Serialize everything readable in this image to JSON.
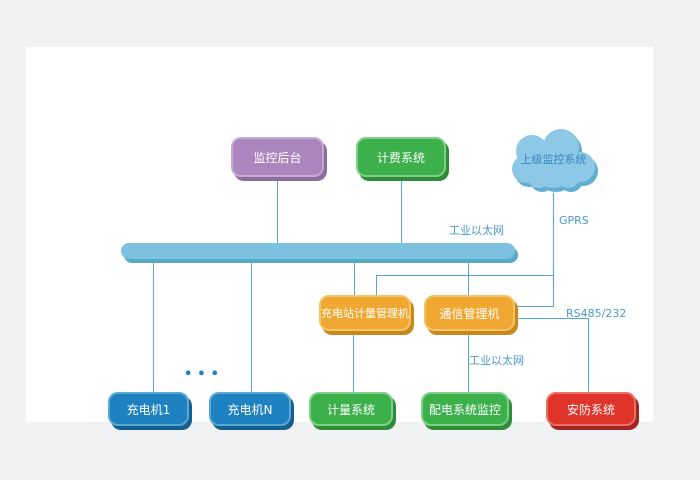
{
  "colors": {
    "page_bg": "#f1f2f4",
    "panel_bg": "#ffffff",
    "line": "#55a6d8",
    "edge_label_text": "#4a9ac8",
    "node_text": "#ffffff",
    "ellipsis_color": "#1f7fc0"
  },
  "nodes": {
    "monitoring_backend": {
      "label": "监控后台",
      "fill": "#ab86be",
      "border": "#c5a9d2",
      "shadow": "#8d6d9e"
    },
    "billing_system": {
      "label": "计费系统",
      "fill": "#3cb04a",
      "border": "#7fd087",
      "shadow": "#2e8c3a"
    },
    "upper_monitoring_system": {
      "label": "上级监控系统",
      "fill": "#8dc8e7",
      "shadow": "#62aed3",
      "text": "#3b87c2"
    },
    "industrial_ethernet_bus": {
      "label": "工业以太网",
      "fill": "#7cc1de",
      "shadow": "#58a9c9"
    },
    "charging_station_metering_manager": {
      "label": "充电站计量管理机",
      "fill": "#f0a832",
      "border": "#f6c468",
      "shadow": "#c9881c"
    },
    "communication_manager": {
      "label": "通信管理机",
      "fill": "#f0a832",
      "border": "#f6c468",
      "shadow": "#c9881c"
    },
    "charger_1": {
      "label": "充电机1",
      "fill": "#1f82c0",
      "border": "#5aa8d6",
      "shadow": "#155f90"
    },
    "charger_n": {
      "label": "充电机N",
      "fill": "#1f82c0",
      "border": "#5aa8d6",
      "shadow": "#155f90"
    },
    "metering_system": {
      "label": "计量系统",
      "fill": "#3cb04a",
      "border": "#7fd087",
      "shadow": "#2e8c3a"
    },
    "distribution_monitoring": {
      "label": "配电系统监控",
      "fill": "#3cb04a",
      "border": "#7fd087",
      "shadow": "#2e8c3a"
    },
    "security_system": {
      "label": "安防系统",
      "fill": "#e0332a",
      "border": "#ea6f65",
      "shadow": "#a32520"
    }
  },
  "edge_labels": {
    "gprs": "GPRS",
    "rs485": "RS485/232",
    "ethernet_mid": "工业以太网",
    "ellipsis": "•••"
  }
}
